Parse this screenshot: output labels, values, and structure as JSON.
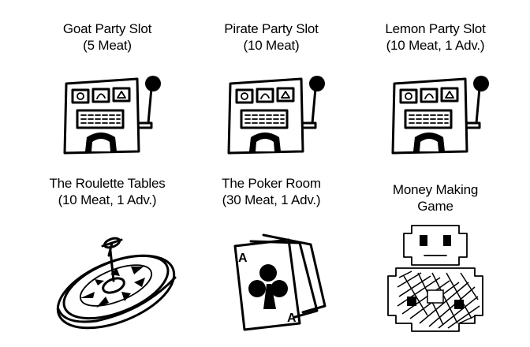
{
  "tiles": [
    {
      "id": "goat-party-slot",
      "title": "Goat Party Slot",
      "cost": "(5 Meat)",
      "icon": "slot-machine-icon"
    },
    {
      "id": "pirate-party-slot",
      "title": "Pirate Party Slot",
      "cost": "(10 Meat)",
      "icon": "slot-machine-icon"
    },
    {
      "id": "lemon-party-slot",
      "title": "Lemon Party Slot",
      "cost": "(10 Meat, 1 Adv.)",
      "icon": "slot-machine-icon"
    },
    {
      "id": "roulette-tables",
      "title": "The Roulette Tables",
      "cost": "(10 Meat, 1 Adv.)",
      "icon": "roulette-wheel-icon"
    },
    {
      "id": "poker-room",
      "title": "The Poker Room",
      "cost": "(30 Meat, 1 Adv.)",
      "icon": "playing-cards-icon"
    },
    {
      "id": "money-making-game",
      "title": "Money Making",
      "cost": "Game",
      "icon": "money-making-game-icon"
    }
  ]
}
